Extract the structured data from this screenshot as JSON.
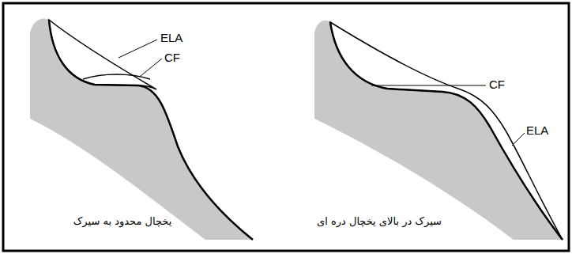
{
  "diagram": {
    "labels": [
      "ELA",
      "CF",
      "یخچال محدود به سیرک",
      "CF",
      "ELA",
      "سیرک در بالای یخچال دره ای"
    ]
  }
}
